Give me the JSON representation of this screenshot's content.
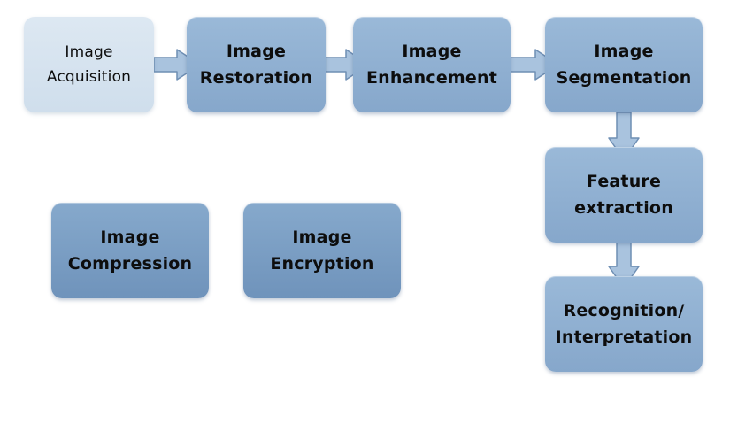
{
  "diagram": {
    "nodes": {
      "acquisition": {
        "line1": "Image",
        "line2": "Acquisition"
      },
      "restoration": {
        "line1": "Image",
        "line2": "Restoration"
      },
      "enhancement": {
        "line1": "Image",
        "line2": "Enhancement"
      },
      "segmentation": {
        "line1": "Image",
        "line2": "Segmentation"
      },
      "feature": {
        "line1": "Feature",
        "line2": "extraction"
      },
      "recognition": {
        "line1": "Recognition/",
        "line2": "Interpretation"
      },
      "compression": {
        "line1": "Image",
        "line2": "Compression"
      },
      "encryption": {
        "line1": "Image",
        "line2": "Encryption"
      }
    },
    "edges": [
      {
        "from": "acquisition",
        "to": "restoration"
      },
      {
        "from": "restoration",
        "to": "enhancement"
      },
      {
        "from": "enhancement",
        "to": "segmentation"
      },
      {
        "from": "segmentation",
        "to": "feature"
      },
      {
        "from": "feature",
        "to": "recognition"
      }
    ],
    "colors": {
      "box_fill": "#8fb0d2",
      "box_fill_light": "#d6e3ef",
      "box_fill_dark": "#7b9ec4",
      "arrow_fill": "#a9c3de",
      "arrow_stroke": "#6f8fb4"
    }
  }
}
